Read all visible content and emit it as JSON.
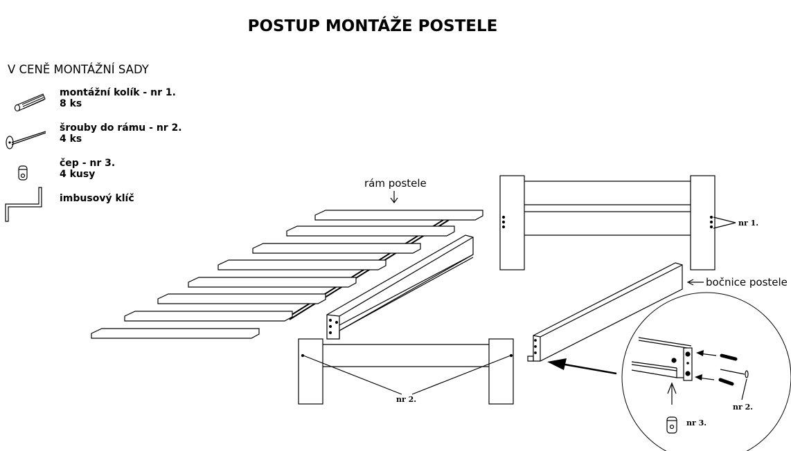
{
  "title": "POSTUP MONTÁŽE POSTELE",
  "kit": {
    "heading": "V CENĚ MONTÁŽNÍ SADY",
    "items": [
      {
        "name": "montážní kolík - nr 1.",
        "qty": "8 ks",
        "icon": "dowel-icon"
      },
      {
        "name": "šrouby do rámu - nr 2.",
        "qty": "4 ks",
        "icon": "screw-icon"
      },
      {
        "name": "čep - nr 3.",
        "qty": "4 kusy",
        "icon": "barrel-nut-icon"
      },
      {
        "name": "imbusový klíč",
        "qty": "",
        "icon": "allen-key-icon"
      }
    ]
  },
  "labels": {
    "frame": "rám postele",
    "side": "bočnice postele",
    "nr1": "nr 1.",
    "nr2": "nr 2.",
    "nr2_detail": "nr 2.",
    "nr3": "nr 3."
  }
}
